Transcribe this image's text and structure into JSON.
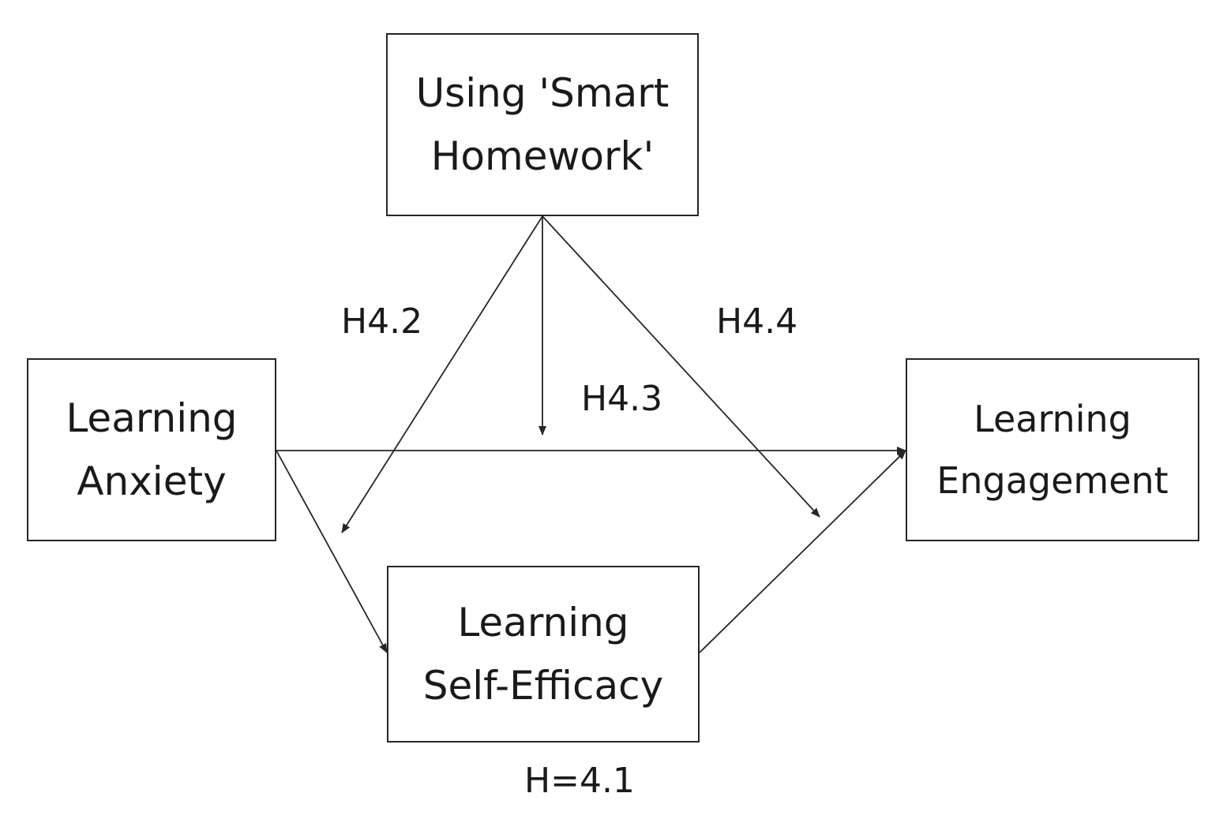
{
  "nodes": {
    "smart_homework": {
      "line1": "Using 'Smart",
      "line2": "Homework'"
    },
    "learning_anxiety": {
      "line1": "Learning",
      "line2": "Anxiety"
    },
    "learning_engagement": {
      "line1": "Learning",
      "line2": "Engagement"
    },
    "learning_self_efficacy": {
      "line1": "Learning",
      "line2": "Self-Efficacy"
    }
  },
  "hypotheses": {
    "h41": "H=4.1",
    "h42": "H4.2",
    "h43": "H4.3",
    "h44": "H4.4"
  },
  "colors": {
    "line": "#262626",
    "text": "#1a1a1a",
    "background": "#ffffff"
  }
}
